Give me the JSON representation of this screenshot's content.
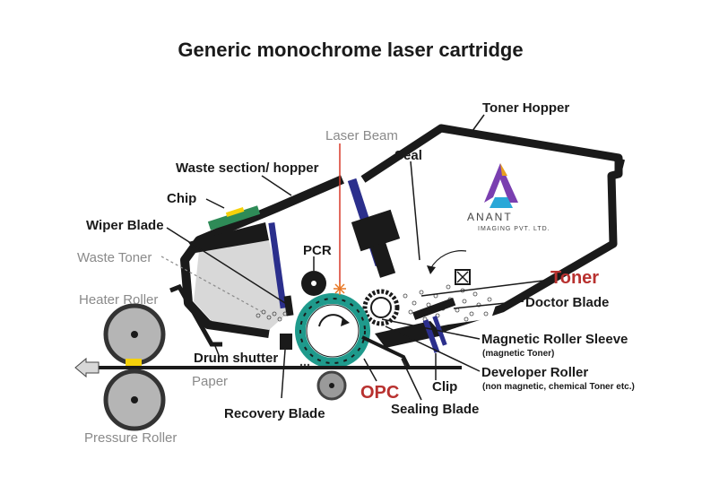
{
  "title": "Generic monochrome laser cartridge",
  "labels": {
    "toner_hopper": "Toner Hopper",
    "laser_beam": "Laser Beam",
    "seal": "Seal",
    "waste_section": "Waste section/ hopper",
    "chip": "Chip",
    "wiper_blade": "Wiper Blade",
    "waste_toner": "Waste Toner",
    "pcr": "PCR",
    "toner": "Toner",
    "doctor_blade": "Doctor Blade",
    "heater_roller": "Heater Roller",
    "magnetic_roller_sleeve": "Magnetic Roller Sleeve",
    "magnetic_toner": "(magnetic Toner)",
    "drum_shutter": "Drum shutter",
    "developer_roller": "Developer Roller",
    "non_magnetic_toner": "(non magnetic, chemical Toner etc.)",
    "paper": "Paper",
    "clip": "Clip",
    "opc": "OPC",
    "recovery_blade": "Recovery Blade",
    "sealing_blade": "Sealing Blade",
    "pressure_roller": "Pressure Roller"
  },
  "logo": {
    "name": "ANANT",
    "sub": "IMAGING PVT. LTD."
  },
  "colors": {
    "outline": "#1a1a1a",
    "opc_teal": "#1f9a8c",
    "blade_blue": "#2b2f8c",
    "chip_green": "#2e8b57",
    "toner_red": "#b8312f",
    "grey_label": "#8a8a8a",
    "fuser_yellow": "#f5d10a"
  }
}
